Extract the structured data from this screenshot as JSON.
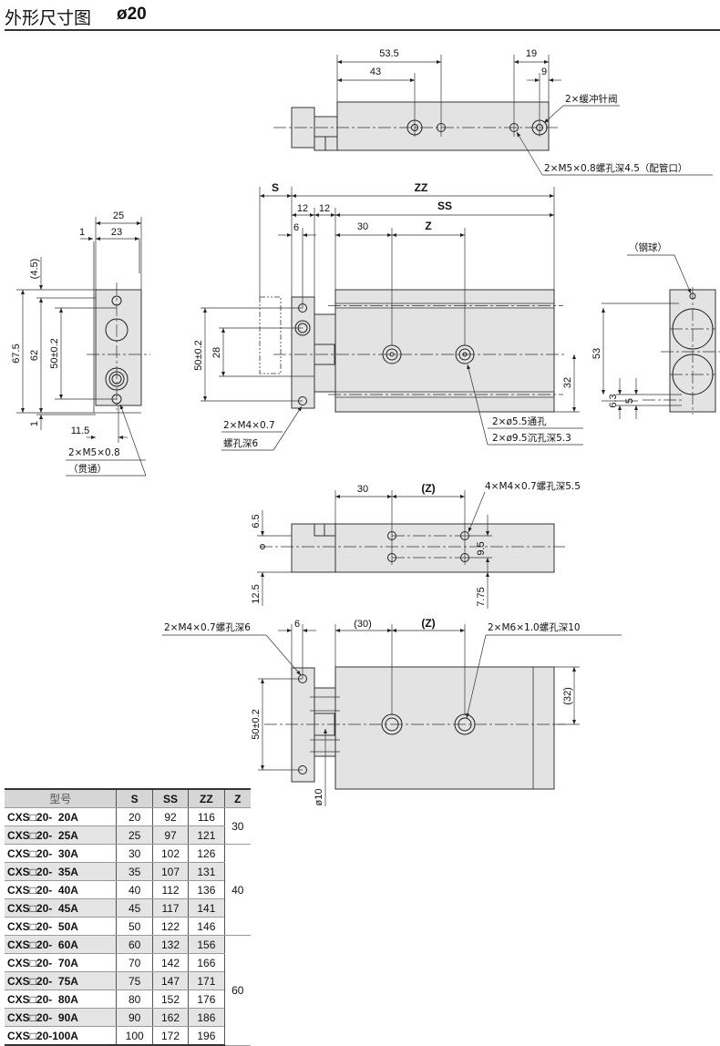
{
  "title": {
    "text": "外形尺寸图",
    "bore": "ø20"
  },
  "top_view": {
    "d53_5": "53.5",
    "d43": "43",
    "d19": "19",
    "d9": "9",
    "note_valve": "2×缓冲针阀",
    "note_port": "2×M5×0.8螺孔深4.5（配管口）"
  },
  "side_view": {
    "d25": "25",
    "d1": "1",
    "d23": "23",
    "d4_5": "(4.5)",
    "d67_5": "67.5",
    "d62": "62",
    "d50": "50±0.2",
    "d1b": "1",
    "d11_5": "11.5",
    "note1": "2×M5×0.8",
    "note2": "（贯通）"
  },
  "front_view": {
    "S": "S",
    "ZZ": "ZZ",
    "d12a": "12",
    "d12b": "12",
    "SS": "SS",
    "d6": "6",
    "d30": "30",
    "Z": "Z",
    "d50": "50±0.2",
    "d28": "28",
    "d32": "32",
    "note_a1": "2×M4×0.7",
    "note_a2": "螺孔深6",
    "note_b1": "2×ø5.5通孔",
    "note_b2": "2×ø9.5沉孔深5.3"
  },
  "right_view": {
    "note_ball": "（钢球）",
    "d53": "53",
    "d6_3": "6.3",
    "d5": "5"
  },
  "bottom_view": {
    "d30": "30",
    "Z": "(Z)",
    "d6_5": "6.5",
    "d12_5": "12.5",
    "d9_5": "9.5",
    "d7_75": "7.75",
    "note": "4×M4×0.7螺孔深5.5"
  },
  "mount_view": {
    "note_a": "2×M4×0.7螺孔深6",
    "d6": "6",
    "d30": "(30)",
    "Z": "(Z)",
    "note_b": "2×M6×1.0螺孔深10",
    "d50": "50±0.2",
    "d32": "(32)",
    "d10": "ø10"
  },
  "table": {
    "headers": [
      "型号",
      "S",
      "SS",
      "ZZ",
      "Z"
    ],
    "rows": [
      {
        "model": "CXS□20-  20A",
        "S": "20",
        "SS": "92",
        "ZZ": "116"
      },
      {
        "model": "CXS□20-  25A",
        "S": "25",
        "SS": "97",
        "ZZ": "121"
      },
      {
        "model": "CXS□20-  30A",
        "S": "30",
        "SS": "102",
        "ZZ": "126"
      },
      {
        "model": "CXS□20-  35A",
        "S": "35",
        "SS": "107",
        "ZZ": "131"
      },
      {
        "model": "CXS□20-  40A",
        "S": "40",
        "SS": "112",
        "ZZ": "136"
      },
      {
        "model": "CXS□20-  45A",
        "S": "45",
        "SS": "117",
        "ZZ": "141"
      },
      {
        "model": "CXS□20-  50A",
        "S": "50",
        "SS": "122",
        "ZZ": "146"
      },
      {
        "model": "CXS□20-  60A",
        "S": "60",
        "SS": "132",
        "ZZ": "156"
      },
      {
        "model": "CXS□20-  70A",
        "S": "70",
        "SS": "142",
        "ZZ": "166"
      },
      {
        "model": "CXS□20-  75A",
        "S": "75",
        "SS": "147",
        "ZZ": "171"
      },
      {
        "model": "CXS□20-  80A",
        "S": "80",
        "SS": "152",
        "ZZ": "176"
      },
      {
        "model": "CXS□20-  90A",
        "S": "90",
        "SS": "162",
        "ZZ": "186"
      },
      {
        "model": "CXS□20-100A",
        "S": "100",
        "SS": "172",
        "ZZ": "196"
      }
    ],
    "z_groups": [
      {
        "value": "30",
        "span": 2
      },
      {
        "value": "40",
        "span": 5
      },
      {
        "value": "60",
        "span": 6
      }
    ]
  }
}
